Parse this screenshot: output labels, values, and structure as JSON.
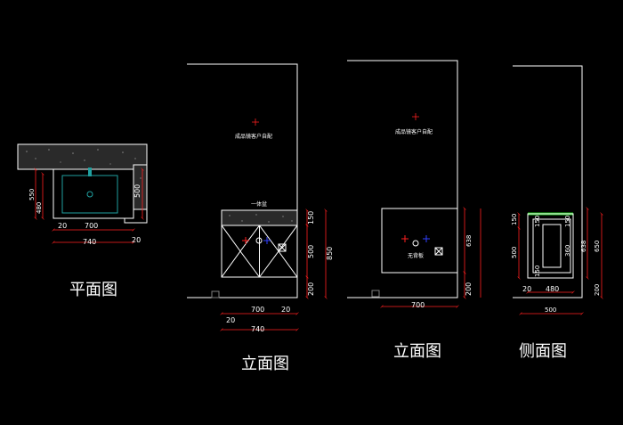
{
  "captions": {
    "plan": "平面图",
    "front_elevation": "立面图",
    "rear_elevation": "立面图",
    "side_elevation": "侧面图"
  },
  "notes": {
    "mirror_front": "成品镜客户自配",
    "mirror_rear": "成品镜客户自配",
    "basin": "一体盆",
    "no_backboard": "无背板"
  },
  "plan_dims": {
    "depth_outer": "550",
    "depth_inner": "480",
    "width_inner": "700",
    "width_total": "740",
    "side_left": "20",
    "side_right": "20",
    "right_depth": "500"
  },
  "front_dims": {
    "width_inner": "700",
    "width_total": "740",
    "gap_left": "20",
    "gap_right": "20",
    "top": "150",
    "cabinet": "500",
    "leg": "200",
    "overall": "850"
  },
  "rear_dims": {
    "width": "700",
    "height": "638",
    "leg": "200"
  },
  "side_dims": {
    "top_left": "150",
    "body_left": "500",
    "inner_top": "150",
    "inner_mid": "360",
    "bottom_left": "150",
    "right_top": "150",
    "right_mid": "638",
    "right_overall": "650",
    "right_leg": "200",
    "depth_inner": "480",
    "depth_total": "500",
    "gap": "20"
  },
  "colors": {
    "line": "#ffffff",
    "dimension": "#ff2020",
    "accent_red": "#ff2020",
    "accent_blue": "#3040ff",
    "basin_teal": "#20a0a0",
    "edge_green": "#20c020"
  }
}
